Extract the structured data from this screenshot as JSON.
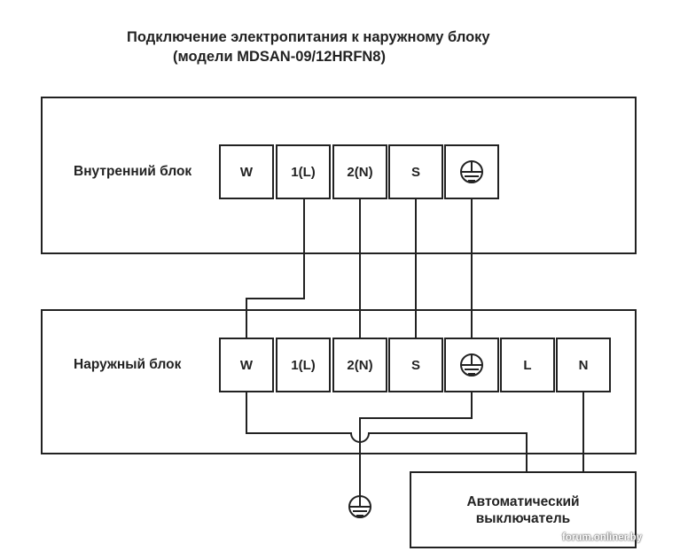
{
  "title": {
    "line1": "Подключение электропитания к наружному блоку",
    "line2": "(модели MDSAN-09/12HRFN8)"
  },
  "indoor_unit": {
    "label": "Внутренний блок",
    "terminals": [
      "W",
      "1(L)",
      "2(N)",
      "S",
      "ground-symbol"
    ]
  },
  "outdoor_unit": {
    "label": "Наружный блок",
    "terminals": [
      "W",
      "1(L)",
      "2(N)",
      "S",
      "ground-symbol",
      "L",
      "N"
    ]
  },
  "breaker": {
    "line1": "Автоматический",
    "line2": "выключатель"
  },
  "connections": [
    {
      "from": "indoor.1(L)",
      "to": "outdoor.W"
    },
    {
      "from": "indoor.2(N)",
      "to": "outdoor.2(N)"
    },
    {
      "from": "indoor.S",
      "to": "outdoor.S"
    },
    {
      "from": "indoor.ground",
      "to": "outdoor.ground"
    },
    {
      "from": "outdoor.W",
      "to": "breaker"
    },
    {
      "from": "outdoor.ground",
      "to": "earth"
    },
    {
      "from": "outdoor.N",
      "to": "breaker"
    }
  ],
  "icons": {
    "ground": "ground-terminal-icon",
    "earth": "earth-ground-icon"
  },
  "watermark": "forum.onliner.by",
  "colors": {
    "line": "#222222",
    "background": "#ffffff"
  }
}
